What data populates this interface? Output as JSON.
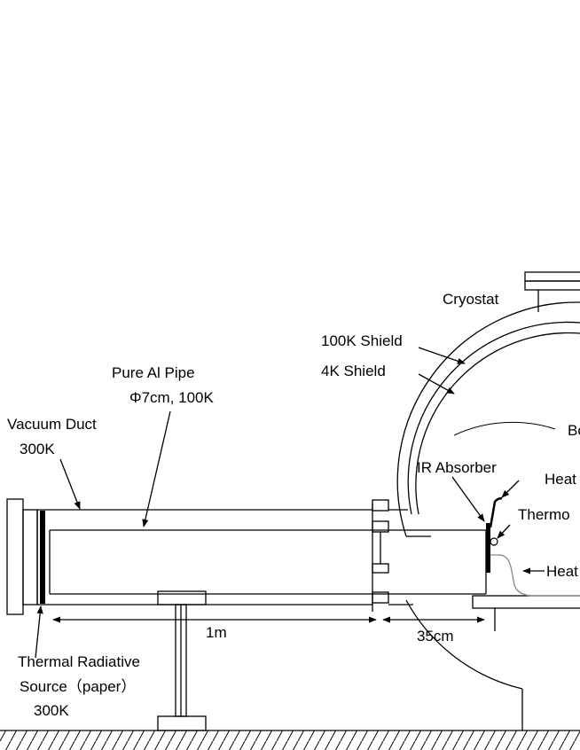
{
  "labels": {
    "cryostat": "Cryostat",
    "shield_100k": "100K Shield",
    "shield_4k": "4K Shield",
    "pipe_line1": "Pure Al Pipe",
    "pipe_line2": "Φ7cm, 100K",
    "duct_line1": "Vacuum Duct",
    "duct_line2": "300K",
    "ir_absorber": "IR Absorber",
    "heater_1": "Heat",
    "thermometer": "Thermo",
    "heater_2": "Heat",
    "bolometer": "Bo",
    "dist_1m": "1m",
    "dist_35cm": "35cm",
    "source_line1": "Thermal Radiative",
    "source_line2": "Source（paper）",
    "source_line3": "300K"
  },
  "colors": {
    "line": "#000000",
    "cable": "#888888",
    "background": "#ffffff"
  }
}
